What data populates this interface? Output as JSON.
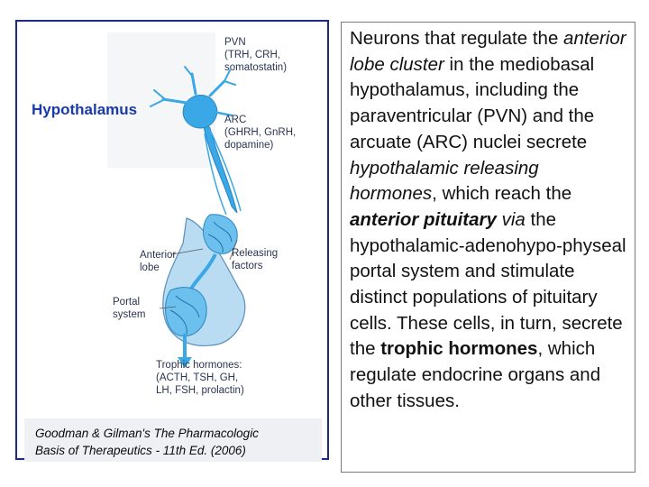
{
  "figure": {
    "hypothalamus_label": "Hypothalamus",
    "pvn_lines": [
      "PVN",
      "(TRH, CRH,",
      "somatostatin)"
    ],
    "arc_lines": [
      "ARC",
      "(GHRH, GnRH,",
      "dopamine)"
    ],
    "anterior_lobe_lines": [
      "Anterior",
      "lobe"
    ],
    "releasing_factors_lines": [
      "Releasing",
      "factors"
    ],
    "portal_system_lines": [
      "Portal",
      "system"
    ],
    "trophic_lines": [
      "Trophic hormones:",
      "(ACTH, TSH, GH,",
      "LH, FSH, prolactin)"
    ],
    "caption_lines": [
      "Goodman & Gilman's The Pharmacologic",
      "Basis of Therapeutics - 11th Ed. (2006)"
    ]
  },
  "text_panel": {
    "segments": [
      {
        "text": "Neurons that regulate the ",
        "style": "normal"
      },
      {
        "text": "anterior lobe cluster",
        "style": "italic"
      },
      {
        "text": " in the mediobasal hypothalamus, including the paraventricular (PVN) and the arcuate (ARC) nuclei secrete ",
        "style": "normal"
      },
      {
        "text": "hypothalamic releasing hormones",
        "style": "italic"
      },
      {
        "text": ", which reach the ",
        "style": "normal"
      },
      {
        "text": "anterior pituitary",
        "style": "bold-italic"
      },
      {
        "text": " ",
        "style": "normal"
      },
      {
        "text": "via",
        "style": "italic"
      },
      {
        "text": " the hypothalamic-adenohypo-physeal portal system and stimulate distinct populations of pituitary cells. These cells, in turn, secrete the ",
        "style": "normal"
      },
      {
        "text": "trophic hormones",
        "style": "bold"
      },
      {
        "text": ", which regulate endocrine organs and other tissues.",
        "style": "normal"
      }
    ]
  },
  "colors": {
    "frame_border": "#1e2a8a",
    "hypothalamus_label": "#1a3aa8",
    "neuron_fill": "#3aa7e6",
    "pituitary_fill": "#b9dcf2",
    "portal_fill": "#6cc0ee",
    "caption_bg": "#eef0f4"
  }
}
